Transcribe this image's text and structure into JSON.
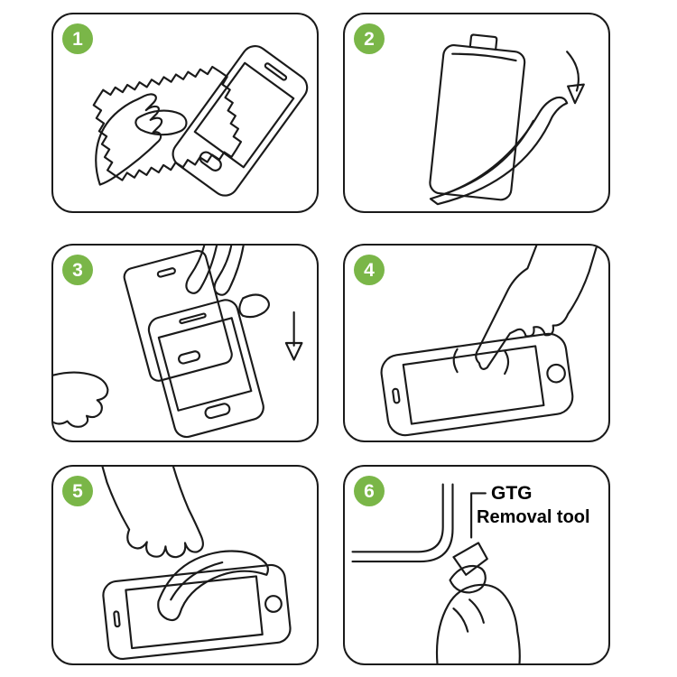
{
  "accent_color": "#7ab648",
  "outline_color": "#1a1a1a",
  "background": "#ffffff",
  "steps": [
    {
      "number": "1",
      "icon": "wipe-phone-with-cloth-icon"
    },
    {
      "number": "2",
      "icon": "peel-protective-film-icon"
    },
    {
      "number": "3",
      "icon": "align-protector-over-phone-icon"
    },
    {
      "number": "4",
      "icon": "press-screen-center-icon"
    },
    {
      "number": "5",
      "icon": "smooth-with-cloth-icon"
    },
    {
      "number": "6",
      "icon": "pry-corner-with-removal-tool-icon",
      "annotation_line1": "GTG",
      "annotation_line2": "Removal tool"
    }
  ]
}
